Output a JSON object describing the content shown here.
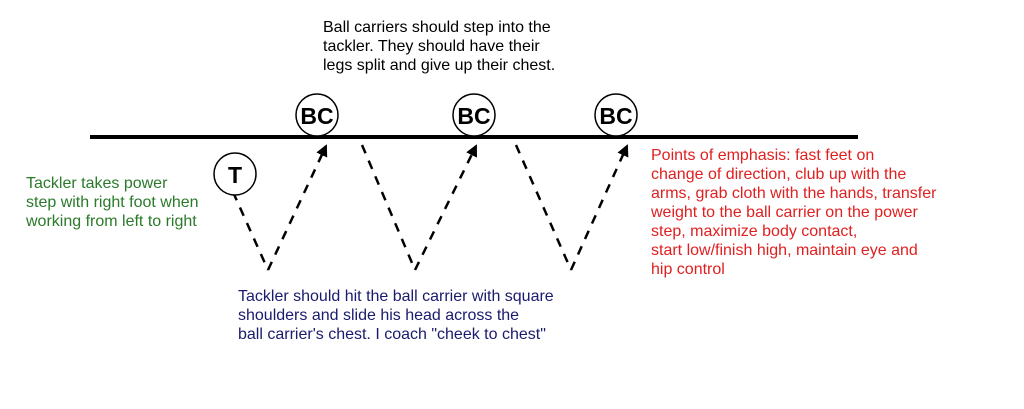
{
  "colors": {
    "line": "#000000",
    "top_note": "#000000",
    "tackler_note": "#2a7a2a",
    "tackle_note": "#1a1a6e",
    "emphasis_note": "#e02020"
  },
  "markers": {
    "tackler": "T",
    "ball_carrier_1": "BC",
    "ball_carrier_2": "BC",
    "ball_carrier_3": "BC"
  },
  "notes": {
    "top": "Ball carriers should step into the\ntackler.  They should have their\nlegs split and give up their chest.",
    "left": "Tackler takes power\nstep with right foot when\nworking from left to right",
    "bottom": "Tackler should hit the ball carrier with square\nshoulders and slide his head across the\nball carrier's chest.  I coach \"cheek to chest\"",
    "right": "Points of emphasis: fast feet on\nchange of direction, club up with the\narms, grab cloth with the hands, transfer\nweight to the ball carrier on the power\nstep, maximize body contact,\nstart low/finish high, maintain eye and\nhip control"
  }
}
